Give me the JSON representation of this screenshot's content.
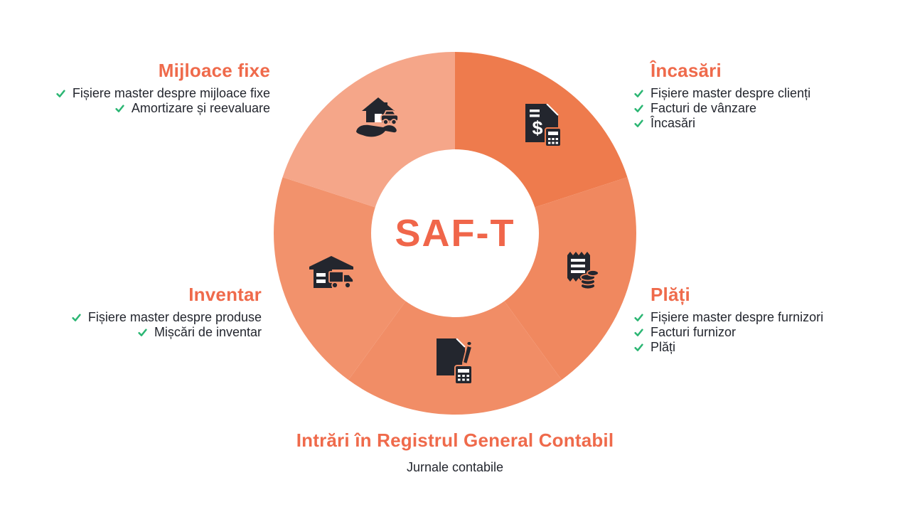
{
  "center_label": "SAF-T",
  "colors": {
    "heading_orange": "#EF6A4B",
    "center_text_orange": "#F0664A",
    "check_green": "#2BB673",
    "body_text": "#23262E",
    "icon_color": "#23262E",
    "background": "#FFFFFF"
  },
  "donut": {
    "type": "donut",
    "center_text": "SAF-T",
    "segments": [
      {
        "label": "Încasări",
        "start_angle": 0,
        "end_angle": 72,
        "color": "#EE7B4D",
        "icon": "invoice-dollar-calculator-icon"
      },
      {
        "label": "Plăți",
        "start_angle": 72,
        "end_angle": 144,
        "color": "#F0885F",
        "icon": "receipt-coins-icon"
      },
      {
        "label": "Intrări în Registrul General Contabil",
        "start_angle": 144,
        "end_angle": 216,
        "color": "#F18D66",
        "icon": "document-pen-calculator-icon"
      },
      {
        "label": "Inventar",
        "start_angle": 216,
        "end_angle": 288,
        "color": "#F2926C",
        "icon": "warehouse-truck-icon"
      },
      {
        "label": "Mijloace fixe",
        "start_angle": 288,
        "end_angle": 360,
        "color": "#F5A689",
        "icon": "hand-house-car-icon"
      }
    ]
  },
  "sections": {
    "mijloace_fixe": {
      "title": "Mijloace fixe",
      "items": [
        "Fișiere master despre mijloace fixe",
        "Amortizare și reevaluare"
      ]
    },
    "incasari": {
      "title": "Încasări",
      "items": [
        "Fișiere master despre clienți",
        "Facturi de vânzare",
        "Încasări"
      ]
    },
    "inventar": {
      "title": "Inventar",
      "items": [
        "Fișiere master despre produse",
        "Mișcări de inventar"
      ]
    },
    "plati": {
      "title": "Plăți",
      "items": [
        "Fișiere master despre furnizori",
        "Facturi furnizor",
        "Plăți"
      ]
    },
    "registru": {
      "title": "Intrări în Registrul General Contabil",
      "subtitle": "Jurnale contabile"
    }
  }
}
